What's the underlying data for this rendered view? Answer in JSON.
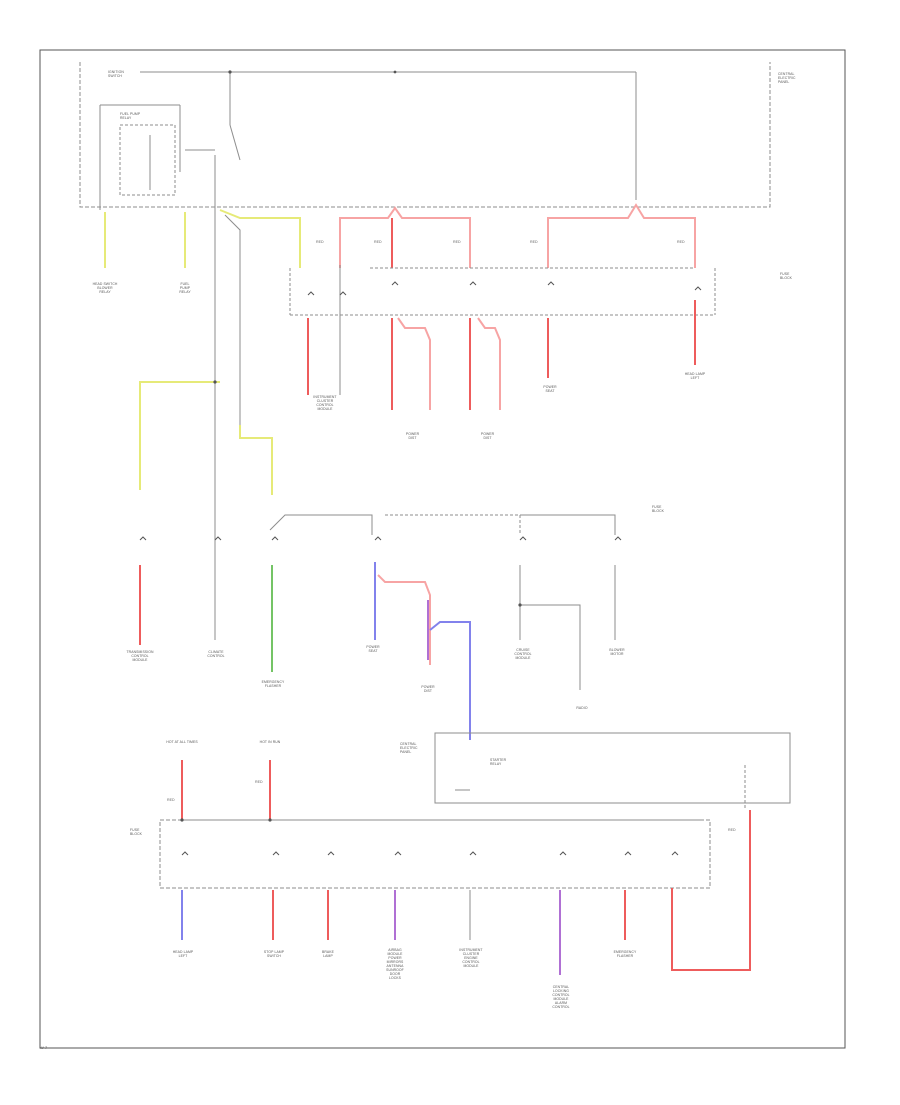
{
  "diagram": {
    "colors": {
      "red": "#ee5c5c",
      "pink": "#f7a4a4",
      "yellow": "#e6ea78",
      "green": "#74c466",
      "blue": "#8282ec",
      "violet": "#b070d4",
      "gray": "#8d8d8d",
      "dark": "#555555"
    },
    "blocks": {
      "top_relay": "IGNITION\nSWITCH",
      "fuel_pump_relay": "FUEL PUMP\nRELAY",
      "top_right_center": "CENTRAL\nELECTRIC\nPANEL",
      "fuse_block_right": "FUSE\nBLOCK",
      "fuse_block_mid": "FUSE\nBLOCK",
      "central_relay_panel": "CENTRAL\nELECTRIC\nPANEL",
      "fuse_block_bottom": "FUSE\nBLOCK"
    },
    "components": {
      "c1": "HEAD SWITCH\nBLOWER\nRELAY",
      "c2": "FUEL\nPUMP\nRELAY",
      "c3": "INSTRUMENT\nCLUSTER\nCONTROL\nMODULE",
      "c4": "POWER\nDIST",
      "c5": "POWER\nDIST",
      "c6": "POWER\nSEAT",
      "c7": "HEAD LAMP\nLEFT",
      "m1": "TRANSMISSION\nCONTROL\nMODULE",
      "m2": "CLIMATE\nCONTROL",
      "m3": "EMERGENCY\nFLASHER",
      "m4": "POWER\nSEAT",
      "m5": "POWER\nDIST",
      "m6": "CRUISE\nCONTROL\nMODULE",
      "m7": "RADIO",
      "m8": "BLOWER\nMOTOR",
      "b1": "HEAD LAMP\nLEFT",
      "b2": "STOP LAMP\nSWITCH",
      "b3": "BRAKE\nLAMP",
      "b4": "AIRBAG\nMODULE\nPOWER\nMIRRORS\nANTENNA\nSUNROOF\nDOOR\nLOCKS",
      "b5": "INSTRUMENT\nCLUSTER\nENGINE\nCONTROL\nMODULE",
      "b6": "CENTRAL\nLOCKING\nCONTROL\nMODULE\nALARM\nCONTROL",
      "b7": "EMERGENCY\nFLASHER",
      "relay_hot": "HOT AT ALL TIMES",
      "relay_ign": "HOT IN RUN",
      "relay_box": "STARTER\nRELAY"
    },
    "wire_code": "RED",
    "footer": "W-7"
  }
}
